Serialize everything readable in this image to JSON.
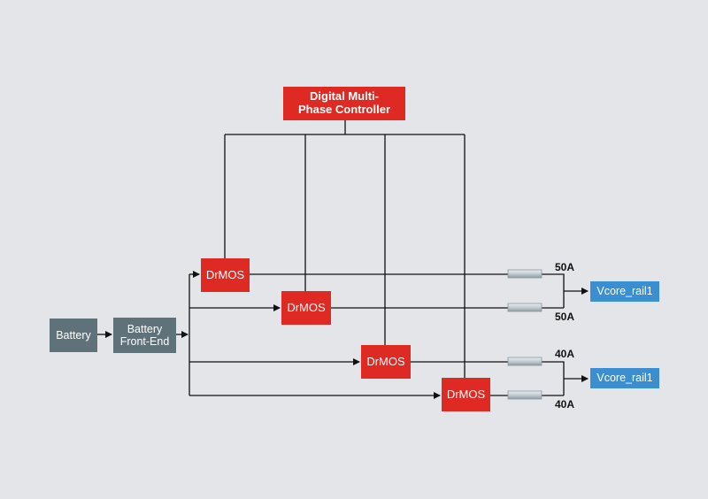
{
  "controller": {
    "label": "Digital Multi-Phase Controller",
    "line1": "Digital Multi-",
    "line2": "Phase Controller"
  },
  "battery": {
    "label": "Battery"
  },
  "front_end": {
    "label": "Battery Front-End",
    "line1": "Battery",
    "line2": "Front-End"
  },
  "drmos": [
    {
      "label": "DrMOS"
    },
    {
      "label": "DrMOS"
    },
    {
      "label": "DrMOS"
    },
    {
      "label": "DrMOS"
    }
  ],
  "currents": [
    "50A",
    "50A",
    "40A",
    "40A"
  ],
  "rails": [
    {
      "label": "Vcore_rail1"
    },
    {
      "label": "Vcore_rail1"
    }
  ],
  "colors": {
    "background": "#e3e5e8",
    "drmos_and_controller": "#de2a22",
    "battery_blocks": "#5f7279",
    "rail_blocks": "#3b8fd0",
    "wire": "#111111"
  }
}
